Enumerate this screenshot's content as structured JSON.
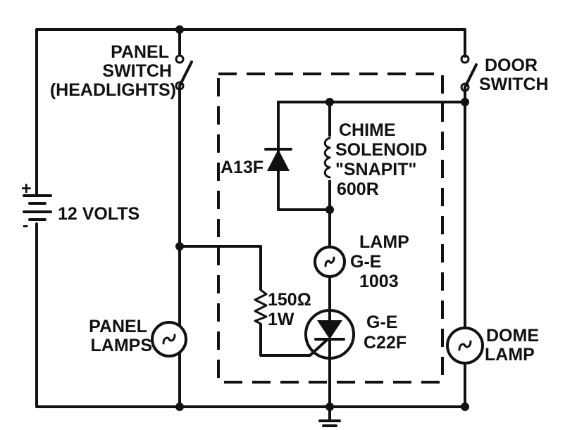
{
  "labels": {
    "panel_switch": [
      "PANEL",
      "SWITCH",
      "(HEADLIGHTS)"
    ],
    "door_switch": [
      "DOOR",
      "SWITCH"
    ],
    "battery": "12 VOLTS",
    "battery_plus": "+",
    "battery_minus": "-",
    "diode": "A13F",
    "solenoid": [
      "CHIME",
      "SOLENOID",
      "\"SNAPIT\"",
      "600R"
    ],
    "lamp": [
      "LAMP",
      "G-E",
      "1003"
    ],
    "resistor": [
      "150Ω",
      "1W"
    ],
    "scr": [
      "G-E",
      "C22F"
    ],
    "panel_lamps": [
      "PANEL",
      "LAMPS"
    ],
    "dome_lamp": [
      "DOME",
      "LAMP"
    ]
  }
}
